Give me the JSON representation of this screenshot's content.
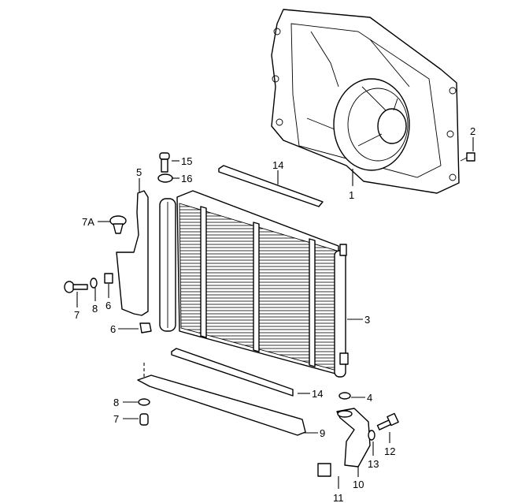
{
  "diagram": {
    "title": "Radiator and fan shroud assembly",
    "callouts": {
      "c1": "1",
      "c2": "2",
      "c3": "3",
      "c4": "4",
      "c5": "5",
      "c6a": "6",
      "c6b": "6",
      "c7a": "7",
      "c7b": "7",
      "c7A": "7A",
      "c8a": "8",
      "c8b": "8",
      "c9": "9",
      "c10": "10",
      "c11": "11",
      "c12": "12",
      "c13": "13",
      "c14a": "14",
      "c14b": "14",
      "c15": "15",
      "c16": "16"
    }
  }
}
